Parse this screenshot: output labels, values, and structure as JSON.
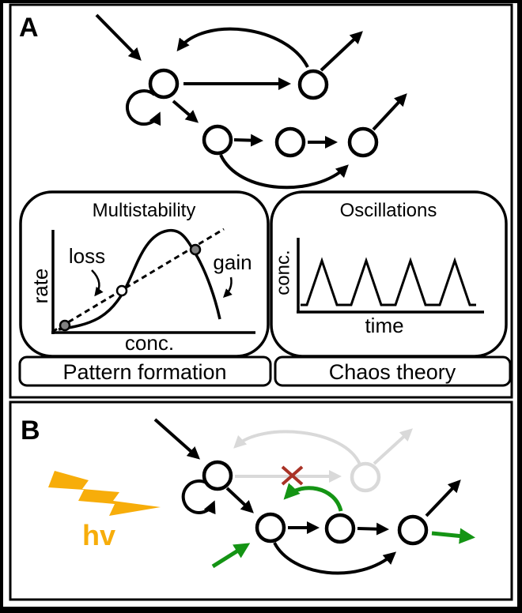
{
  "figure": {
    "panelA": {
      "label": "A",
      "insets": {
        "multistability": {
          "title": "Multistability",
          "ylabel": "rate",
          "xlabel": "conc.",
          "annotations": [
            "loss",
            "gain"
          ],
          "caption": "Pattern formation"
        },
        "oscillations": {
          "title": "Oscillations",
          "ylabel": "conc.",
          "xlabel": "time",
          "caption": "Chaos theory"
        }
      }
    },
    "panelB": {
      "label": "B",
      "photon_label": "hv"
    }
  },
  "colors": {
    "black": "#000000",
    "gray": "#d9d9d9",
    "green": "#149414",
    "red": "#a93226",
    "amber": "#f7ad0a",
    "dotgray": "#808080"
  },
  "chart_data": [
    {
      "type": "line",
      "title": "Multistability",
      "xlabel": "conc.",
      "ylabel": "rate",
      "grid": false,
      "axis_ticks": "none (qualitative sketch)",
      "series": [
        {
          "name": "loss rate (solid sigmoidal curve with hump then steep decline)"
        },
        {
          "name": "gain rate (dashed straight diagonal line)"
        }
      ],
      "annotations": [
        "loss",
        "gain",
        "stable fixed point (filled, low)",
        "unstable fixed point (open, middle)",
        "stable fixed point (filled, high)"
      ]
    },
    {
      "type": "line",
      "title": "Oscillations",
      "xlabel": "time",
      "ylabel": "conc.",
      "grid": false,
      "axis_ticks": "none (qualitative sketch)",
      "series": [
        {
          "name": "conc. vs time: four repeating sharp triangular spikes (relaxation oscillations)"
        }
      ]
    }
  ]
}
